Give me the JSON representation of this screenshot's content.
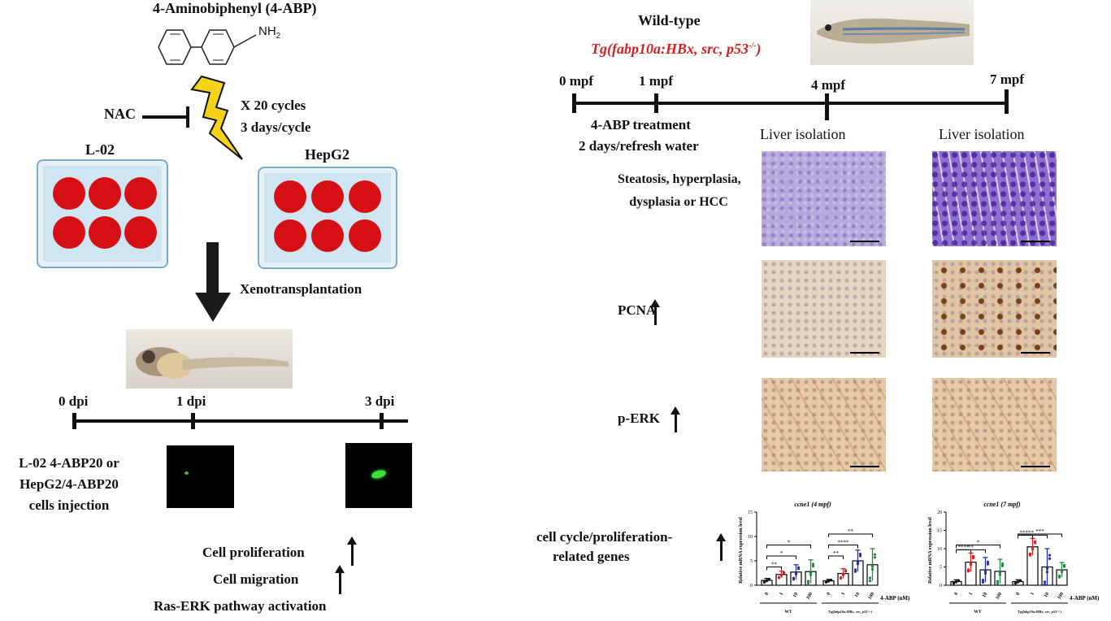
{
  "left": {
    "compound_title": "4-Aminobiphenyl (4-ABP)",
    "amine_label": "NH",
    "amine_sub": "2",
    "nac_label": "NAC",
    "cycles_label": "X 20 cycles",
    "days_label": "3 days/cycle",
    "plate1_label": "L-02",
    "plate2_label": "HepG2",
    "xeno_label": "Xenotransplantation",
    "timeline": [
      "0 dpi",
      "1 dpi",
      "3 dpi"
    ],
    "injection_label": [
      "L-02 4-ABP20 or",
      "HepG2/4-ABP20",
      "cells injection"
    ],
    "outcomes": [
      "Cell proliferation",
      "Cell migration",
      "Ras-ERK pathway activation"
    ]
  },
  "right": {
    "wildtype_label": "Wild-type",
    "tg_label": "Tg(fabp10a:HBx, src, p53",
    "tg_sup": "-/-",
    "tg_close": ")",
    "timeline": [
      "0 mpf",
      "1 mpf",
      "4 mpf",
      "7 mpf"
    ],
    "treatment_label": [
      "4-ABP treatment",
      "2 days/refresh water"
    ],
    "isolation_label": "Liver isolation",
    "row_labels": {
      "histology": [
        "Steatosis, hyperplasia,",
        "dysplasia or HCC"
      ],
      "pcna": "PCNA",
      "perk": "p-ERK",
      "genes": [
        "cell cycle/proliferation-",
        "related genes"
      ]
    }
  },
  "chart_data": [
    {
      "type": "bar",
      "title": "ccne1 (4 mpf)",
      "ylabel": "Relative mRNA expression level",
      "xlabel": "4-ABP (nM)",
      "ylim": [
        0,
        15
      ],
      "yticks": [
        "0",
        "5",
        "10",
        "15"
      ],
      "categories": [
        "0",
        "1",
        "10",
        "100"
      ],
      "series": [
        {
          "name": "WT",
          "values": [
            1.0,
            2.2,
            2.7,
            2.8
          ],
          "errors": [
            0.4,
            0.7,
            1.5,
            2.4
          ]
        },
        {
          "name": "Tg(fabp10a:HBx, src, p53-/-)",
          "values": [
            0.9,
            2.4,
            5.0,
            4.2
          ],
          "errors": [
            0.3,
            1.0,
            2.2,
            3.3
          ]
        }
      ],
      "colors": [
        "#111111",
        "#e31b23",
        "#1f2fa8",
        "#1b8a3a"
      ],
      "significance": [
        {
          "group": 0,
          "from": 0,
          "to": 1,
          "label": "**"
        },
        {
          "group": 0,
          "from": 0,
          "to": 2,
          "label": "*"
        },
        {
          "group": 0,
          "from": 0,
          "to": 3,
          "label": "*"
        },
        {
          "group": 1,
          "from": 0,
          "to": 1,
          "label": "**"
        },
        {
          "group": 1,
          "from": 0,
          "to": 2,
          "label": "****"
        },
        {
          "group": 1,
          "from": 0,
          "to": 3,
          "label": "**"
        }
      ]
    },
    {
      "type": "bar",
      "title": "ccne1 (7 mpf)",
      "ylabel": "Relative mRNA expression level",
      "xlabel": "4-ABP (nM)",
      "ylim": [
        0,
        20
      ],
      "yticks": [
        "0",
        "5",
        "10",
        "15",
        "20"
      ],
      "categories": [
        "0",
        "1",
        "10",
        "100"
      ],
      "series": [
        {
          "name": "WT",
          "values": [
            1.0,
            6.3,
            4.2,
            3.8
          ],
          "errors": [
            0.5,
            2.5,
            3.4,
            3.3
          ]
        },
        {
          "name": "Tg(fabp10a:HBx, src, p53-/-)",
          "values": [
            1.0,
            10.5,
            5.0,
            4.2
          ],
          "errors": [
            0.5,
            2.3,
            5.0,
            2.0
          ]
        }
      ],
      "colors": [
        "#111111",
        "#e31b23",
        "#1f2fa8",
        "#1b8a3a"
      ],
      "significance": [
        {
          "group": 0,
          "from": 0,
          "to": 1,
          "label": "****"
        },
        {
          "group": 0,
          "from": 0,
          "to": 2,
          "label": "**"
        },
        {
          "group": 0,
          "from": 0,
          "to": 3,
          "label": "*"
        },
        {
          "group": 1,
          "from": 0,
          "to": 1,
          "label": "****"
        },
        {
          "group": 1,
          "from": 0,
          "to": 2,
          "label": "*"
        },
        {
          "group": 1,
          "from": 0,
          "to": 3,
          "label": "***"
        }
      ]
    }
  ]
}
